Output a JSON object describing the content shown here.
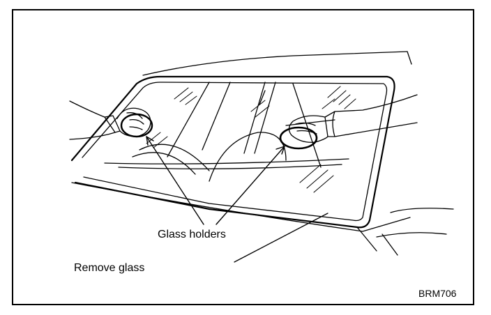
{
  "figure": {
    "callout_label": "Glass holders",
    "caption": "Remove glass",
    "figure_id": "BRM706"
  },
  "colors": {
    "ink": "#000000",
    "paper": "#ffffff"
  },
  "icons": {
    "left_hand": "hand-with-suction-cup-icon",
    "right_hand": "hand-with-suction-cup-icon"
  }
}
